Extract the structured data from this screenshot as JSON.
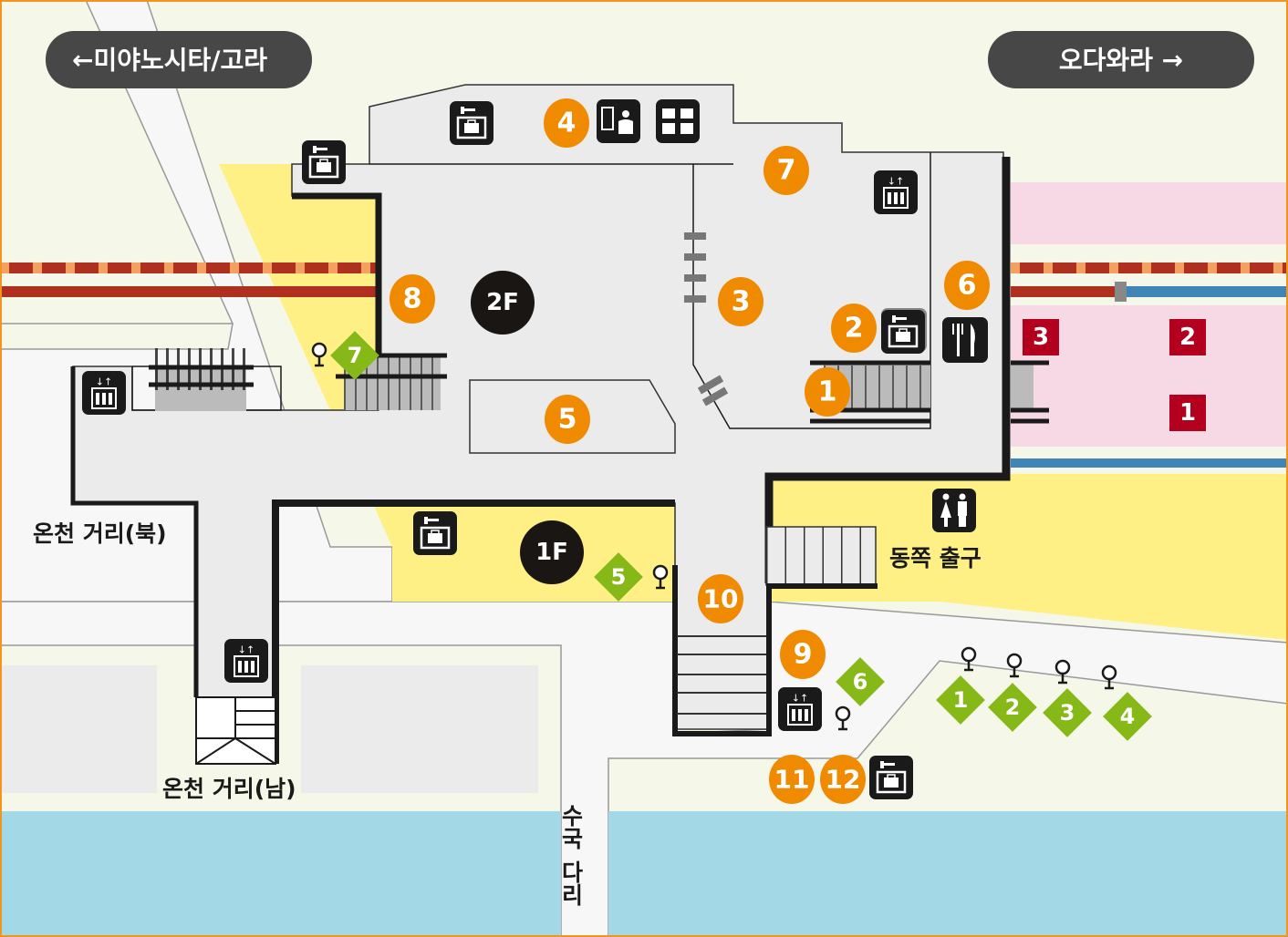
{
  "directions": {
    "west": "←미야노시타/고라",
    "east": "오다와라 →"
  },
  "floors": {
    "upper": "2F",
    "lower": "1F"
  },
  "places": {
    "onsen_north": "온천 거리(북)",
    "onsen_south": "온천 거리(남)",
    "east_exit": "동쪽 출구",
    "bridge_line1": "수국",
    "bridge_line2": "다리"
  },
  "facility_markers": [
    "1",
    "2",
    "3",
    "4",
    "5",
    "6",
    "7",
    "8",
    "9",
    "10",
    "11",
    "12"
  ],
  "bus_stops": [
    "1",
    "2",
    "3",
    "4",
    "5",
    "6",
    "7"
  ],
  "platforms": [
    "1",
    "2",
    "3"
  ],
  "icons": [
    "coin-locker",
    "elevator",
    "ticket-office",
    "baggage-service",
    "restaurant",
    "restroom",
    "bus-stop-pin"
  ],
  "colors": {
    "facility": "#f08a00",
    "bus_stop": "#86b817",
    "platform": "#b4001f",
    "building": "#ebebeb",
    "walkway_yellow": "#fff085",
    "platform_pink": "#f7d9e6",
    "river": "#a3d8e6"
  }
}
